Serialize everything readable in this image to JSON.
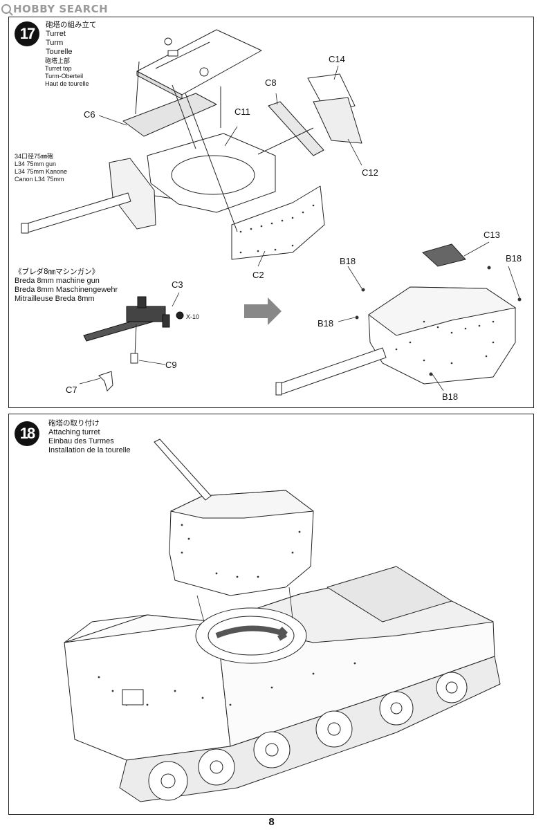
{
  "watermark": {
    "text": "HOBBY SEARCH"
  },
  "step17": {
    "number": "17",
    "title_lines": [
      "砲塔の組み立て",
      "Turret",
      "Turm",
      "Tourelle"
    ],
    "turret_top_lines": [
      "砲塔上部",
      "Turret top",
      "Turm-Oberteil",
      "Haut de tourelle"
    ],
    "gun_lines": [
      "34口径75㎜砲",
      "L34 75mm gun",
      "L34 75mm Kanone",
      "Canon L34 75mm"
    ],
    "mg_lines": [
      "《ブレダ8㎜マシンガン》",
      "Breda 8mm machine gun",
      "Breda 8mm Maschinengewehr",
      "Mitrailleuse Breda 8mm"
    ],
    "parts": {
      "c6": "C6",
      "c8": "C8",
      "c11": "C11",
      "c14": "C14",
      "c12": "C12",
      "c2": "C2",
      "c3": "C3",
      "c9": "C9",
      "c7": "C7",
      "c13": "C13",
      "b18_a": "B18",
      "b18_b": "B18",
      "b18_c": "B18",
      "b18_d": "B18",
      "x10": "X-10"
    }
  },
  "step18": {
    "number": "18",
    "title_lines": [
      "砲塔の取り付け",
      "Attaching turret",
      "Einbau des Turmes",
      "Installation de la tourelle"
    ]
  },
  "page_number": "8"
}
